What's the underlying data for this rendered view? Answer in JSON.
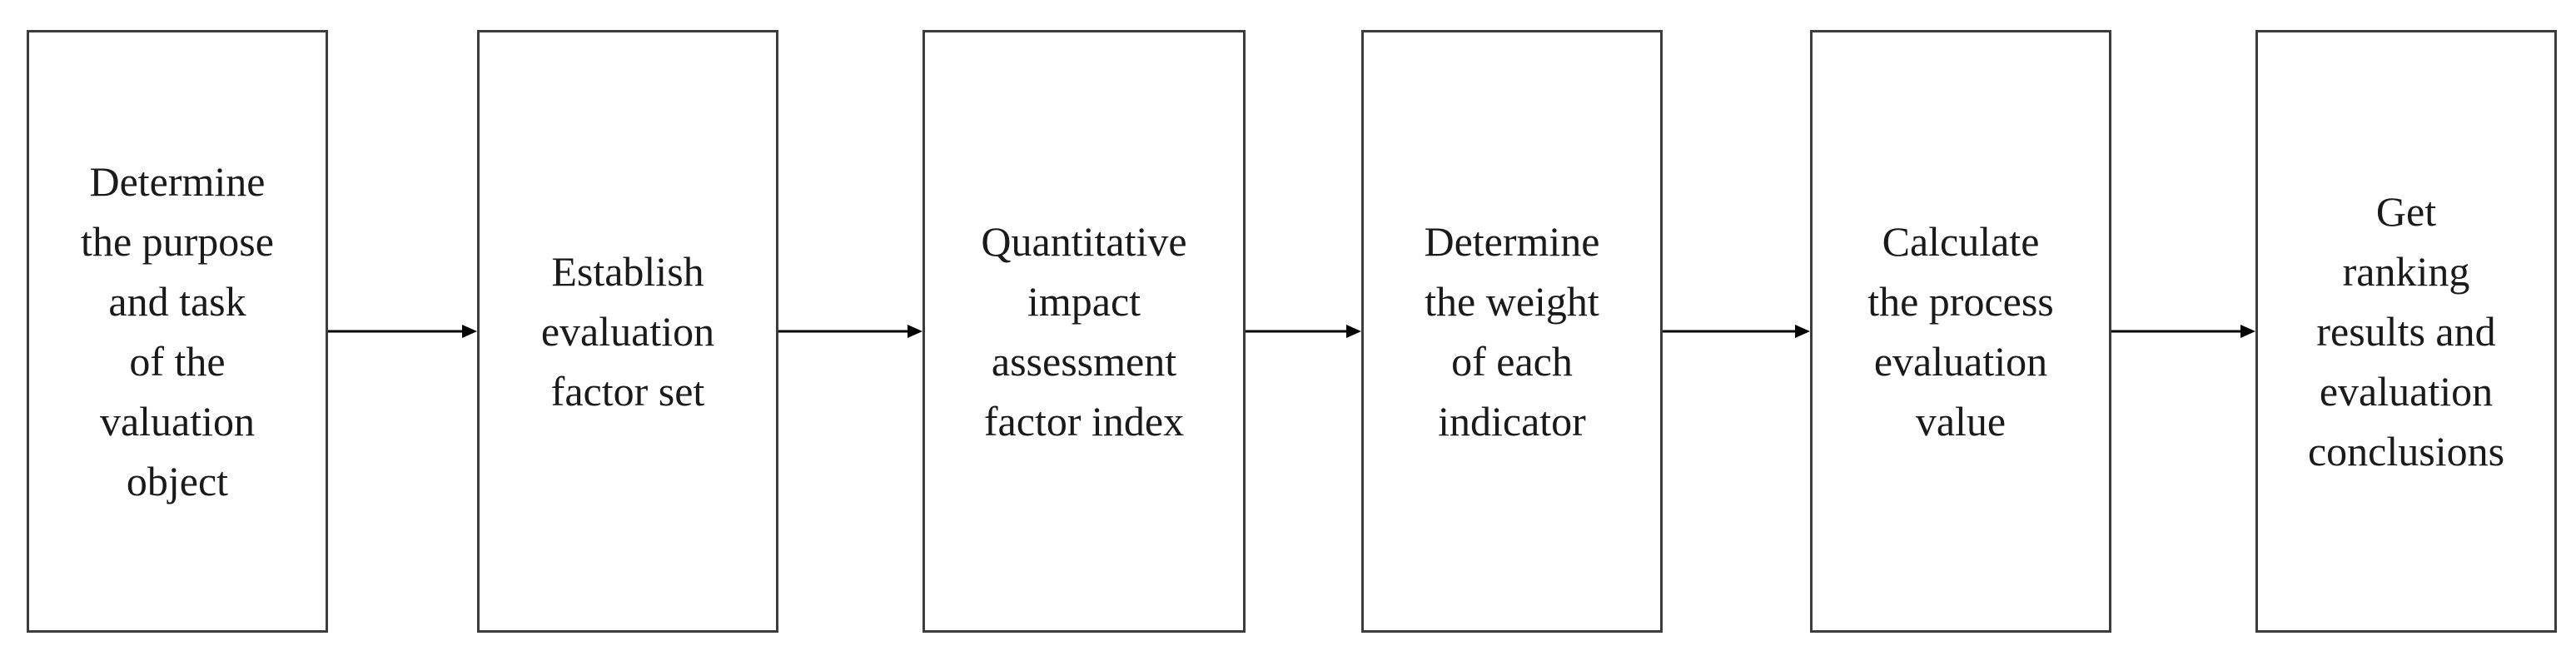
{
  "diagram": {
    "steps": [
      {
        "label": "Determine\nthe purpose\nand task\nof the\nvaluation\nobject"
      },
      {
        "label": "Establish\nevaluation\nfactor set"
      },
      {
        "label": "Quantitative\nimpact\nassessment\nfactor index"
      },
      {
        "label": "Determine\nthe weight\nof each\nindicator"
      },
      {
        "label": "Calculate\nthe process\nevaluation\nvalue"
      },
      {
        "label": "Get\nranking\nresults and\nevaluation\nconclusions"
      }
    ],
    "colors": {
      "border": "#3c3c3c",
      "text": "#1a1a1a",
      "arrow": "#000000"
    }
  }
}
